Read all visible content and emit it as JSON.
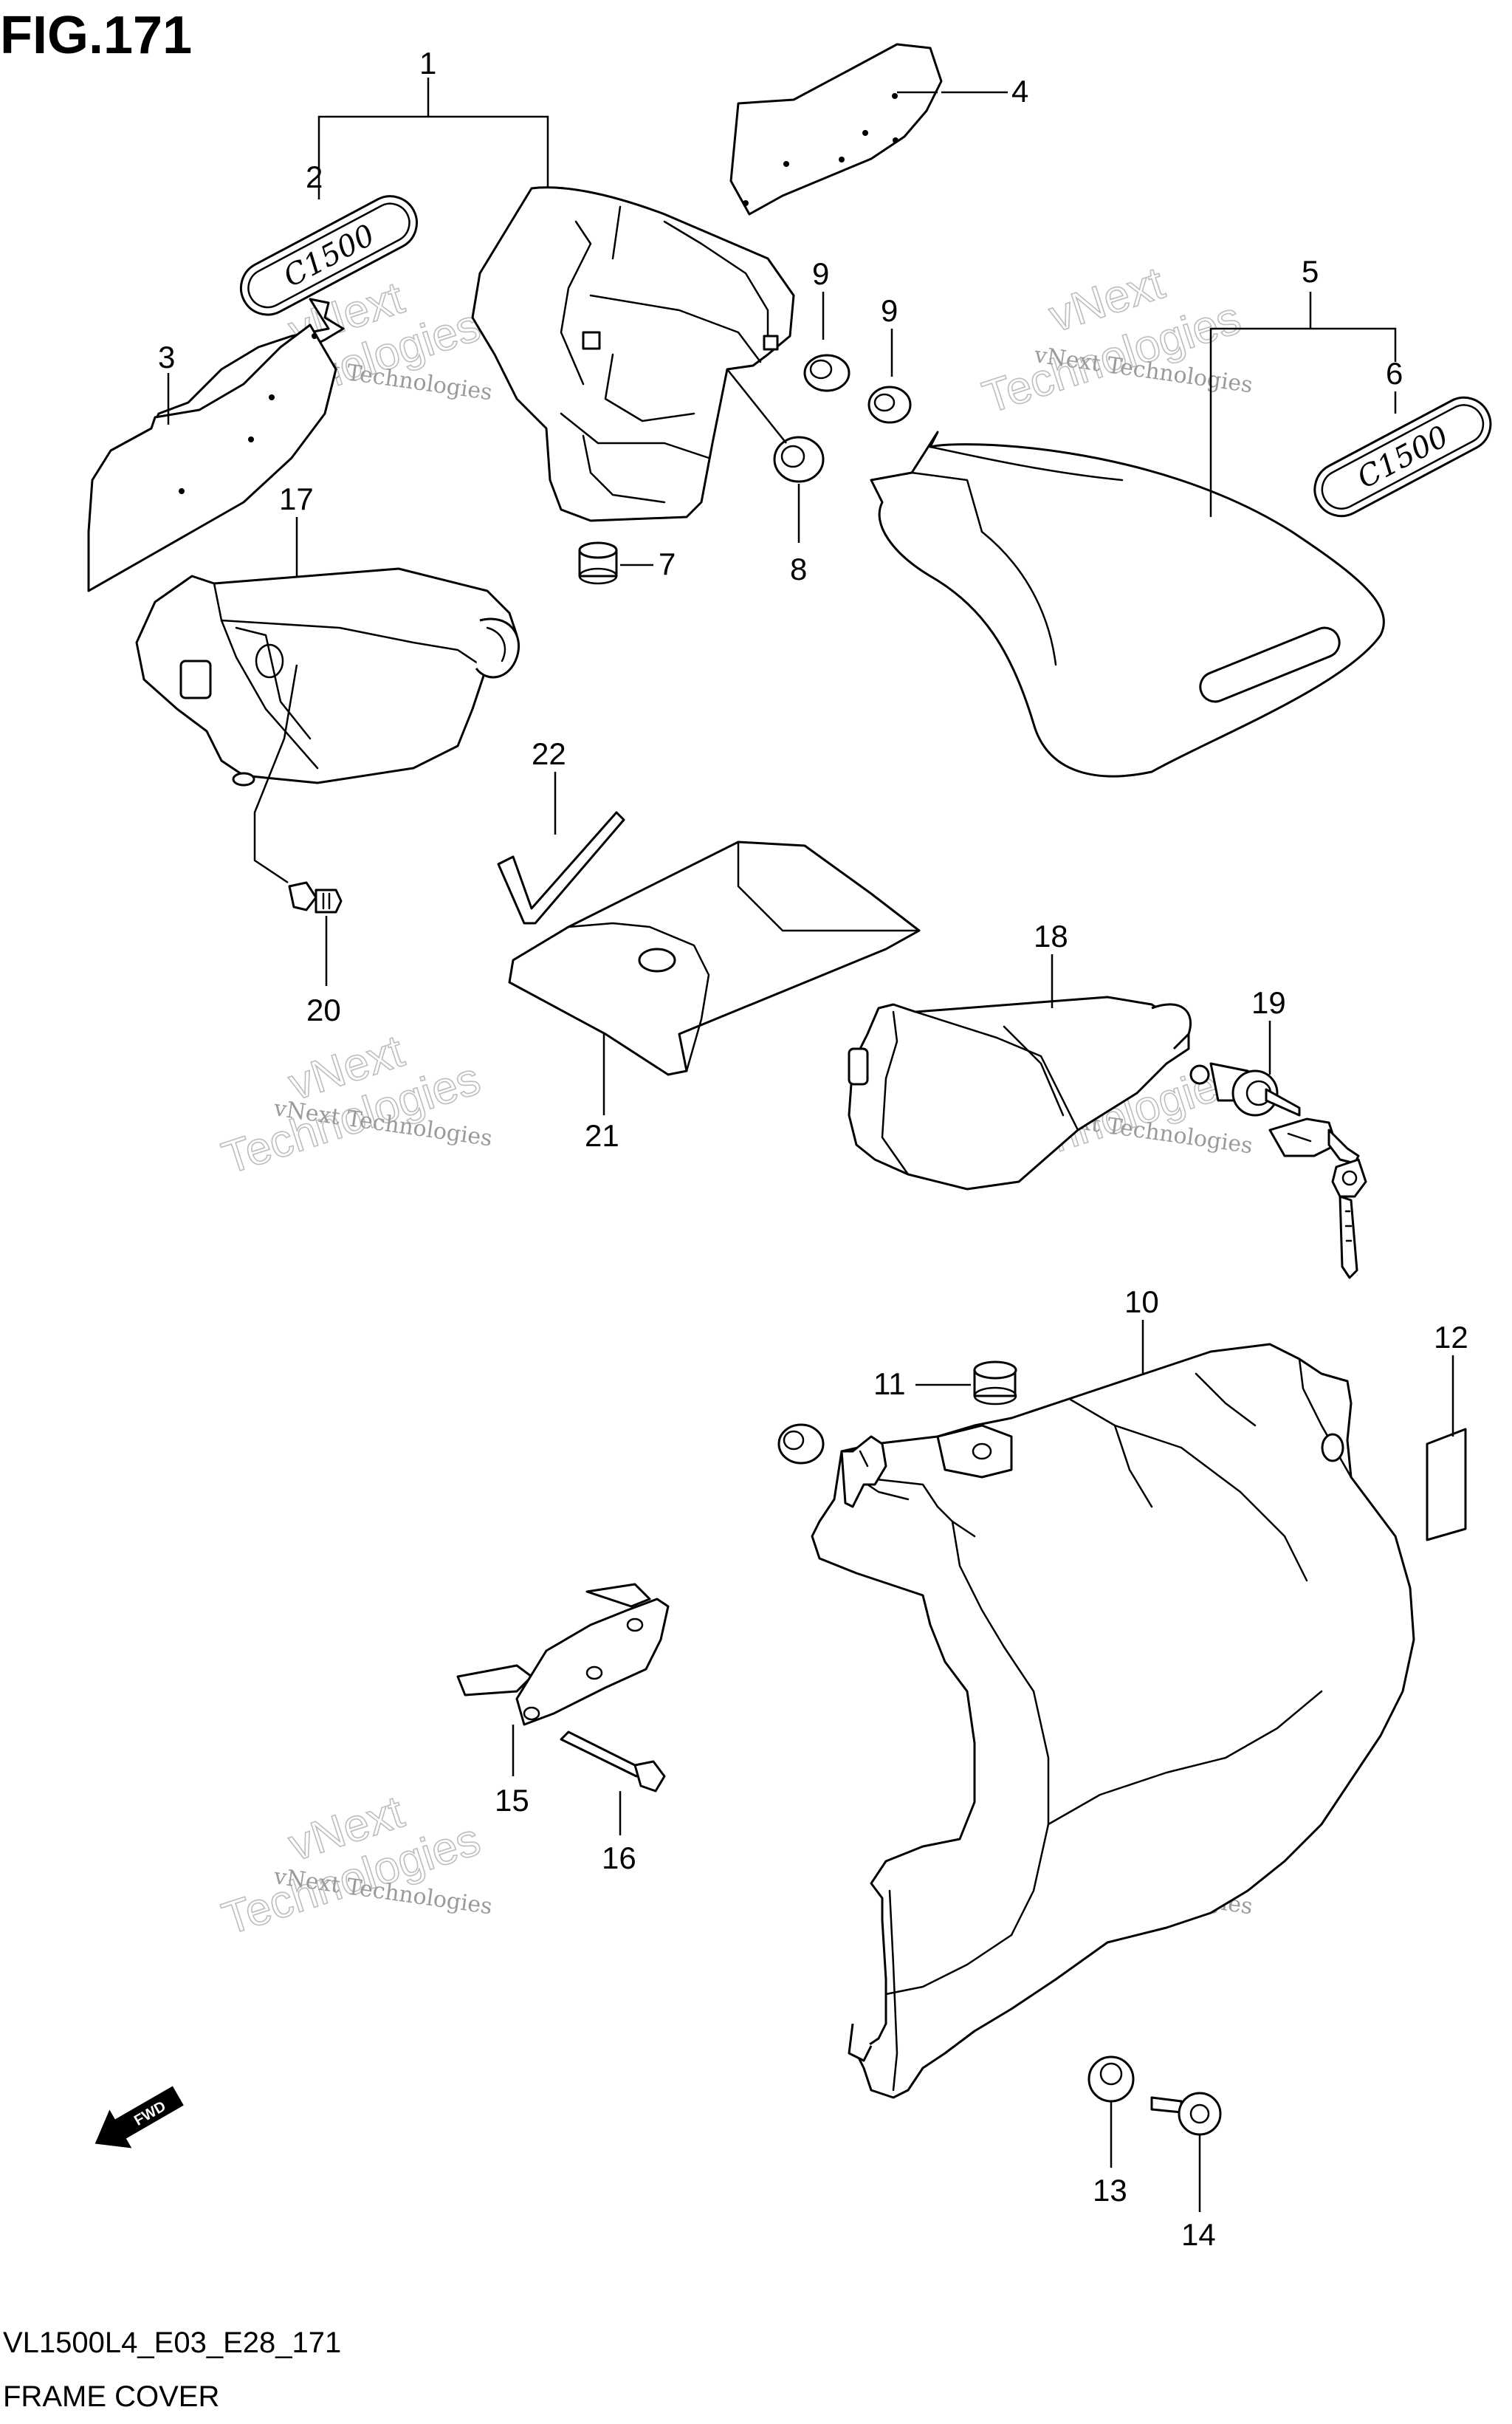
{
  "figure": {
    "title": "FIG.171",
    "code": "VL1500L4_E03_E28_171",
    "name": "FRAME COVER"
  },
  "watermark": {
    "line1": "vNext Technologies",
    "big_top": "vNext",
    "big_bottom": "Technologies"
  },
  "emblem_text": "C1500",
  "direction_badge": "FWD",
  "callouts": {
    "c1": "1",
    "c2": "2",
    "c3": "3",
    "c4": "4",
    "c5": "5",
    "c6": "6",
    "c7": "7",
    "c8": "8",
    "c9a": "9",
    "c9b": "9",
    "c10": "10",
    "c11": "11",
    "c12": "12",
    "c13": "13",
    "c14": "14",
    "c15": "15",
    "c16": "16",
    "c17": "17",
    "c18": "18",
    "c19": "19",
    "c20": "20",
    "c21": "21",
    "c22": "22"
  },
  "colors": {
    "ink": "#000000",
    "paper": "#ffffff",
    "watermark": "#9a9a9a"
  }
}
